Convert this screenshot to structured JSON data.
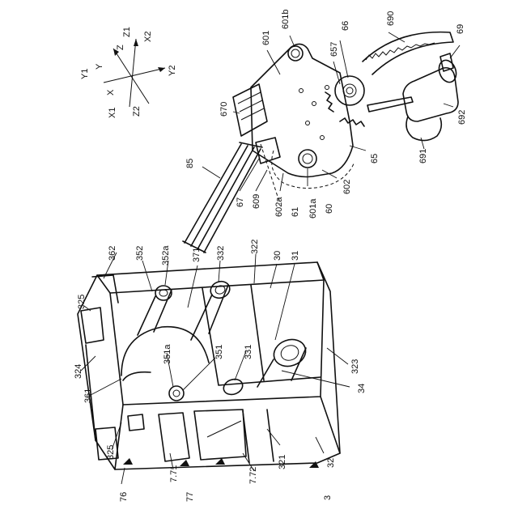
{
  "axes": {
    "labels": [
      "Y1",
      "Y",
      "X",
      "X1",
      "Z1",
      "Z",
      "X2",
      "Y2",
      "Z2"
    ]
  },
  "labels": [
    "601b",
    "66",
    "690",
    "69",
    "601",
    "657",
    "670",
    "692",
    "691",
    "65",
    "85",
    "67",
    "609",
    "602a",
    "61",
    "601a",
    "60",
    "602",
    "362",
    "352",
    "352a",
    "371",
    "332",
    "322",
    "30",
    "31",
    "325",
    "324",
    "361",
    "351a",
    "351",
    "331",
    "323",
    "34",
    "325",
    "76",
    "7.71",
    "77",
    "7.72",
    "321",
    "32",
    "3"
  ]
}
